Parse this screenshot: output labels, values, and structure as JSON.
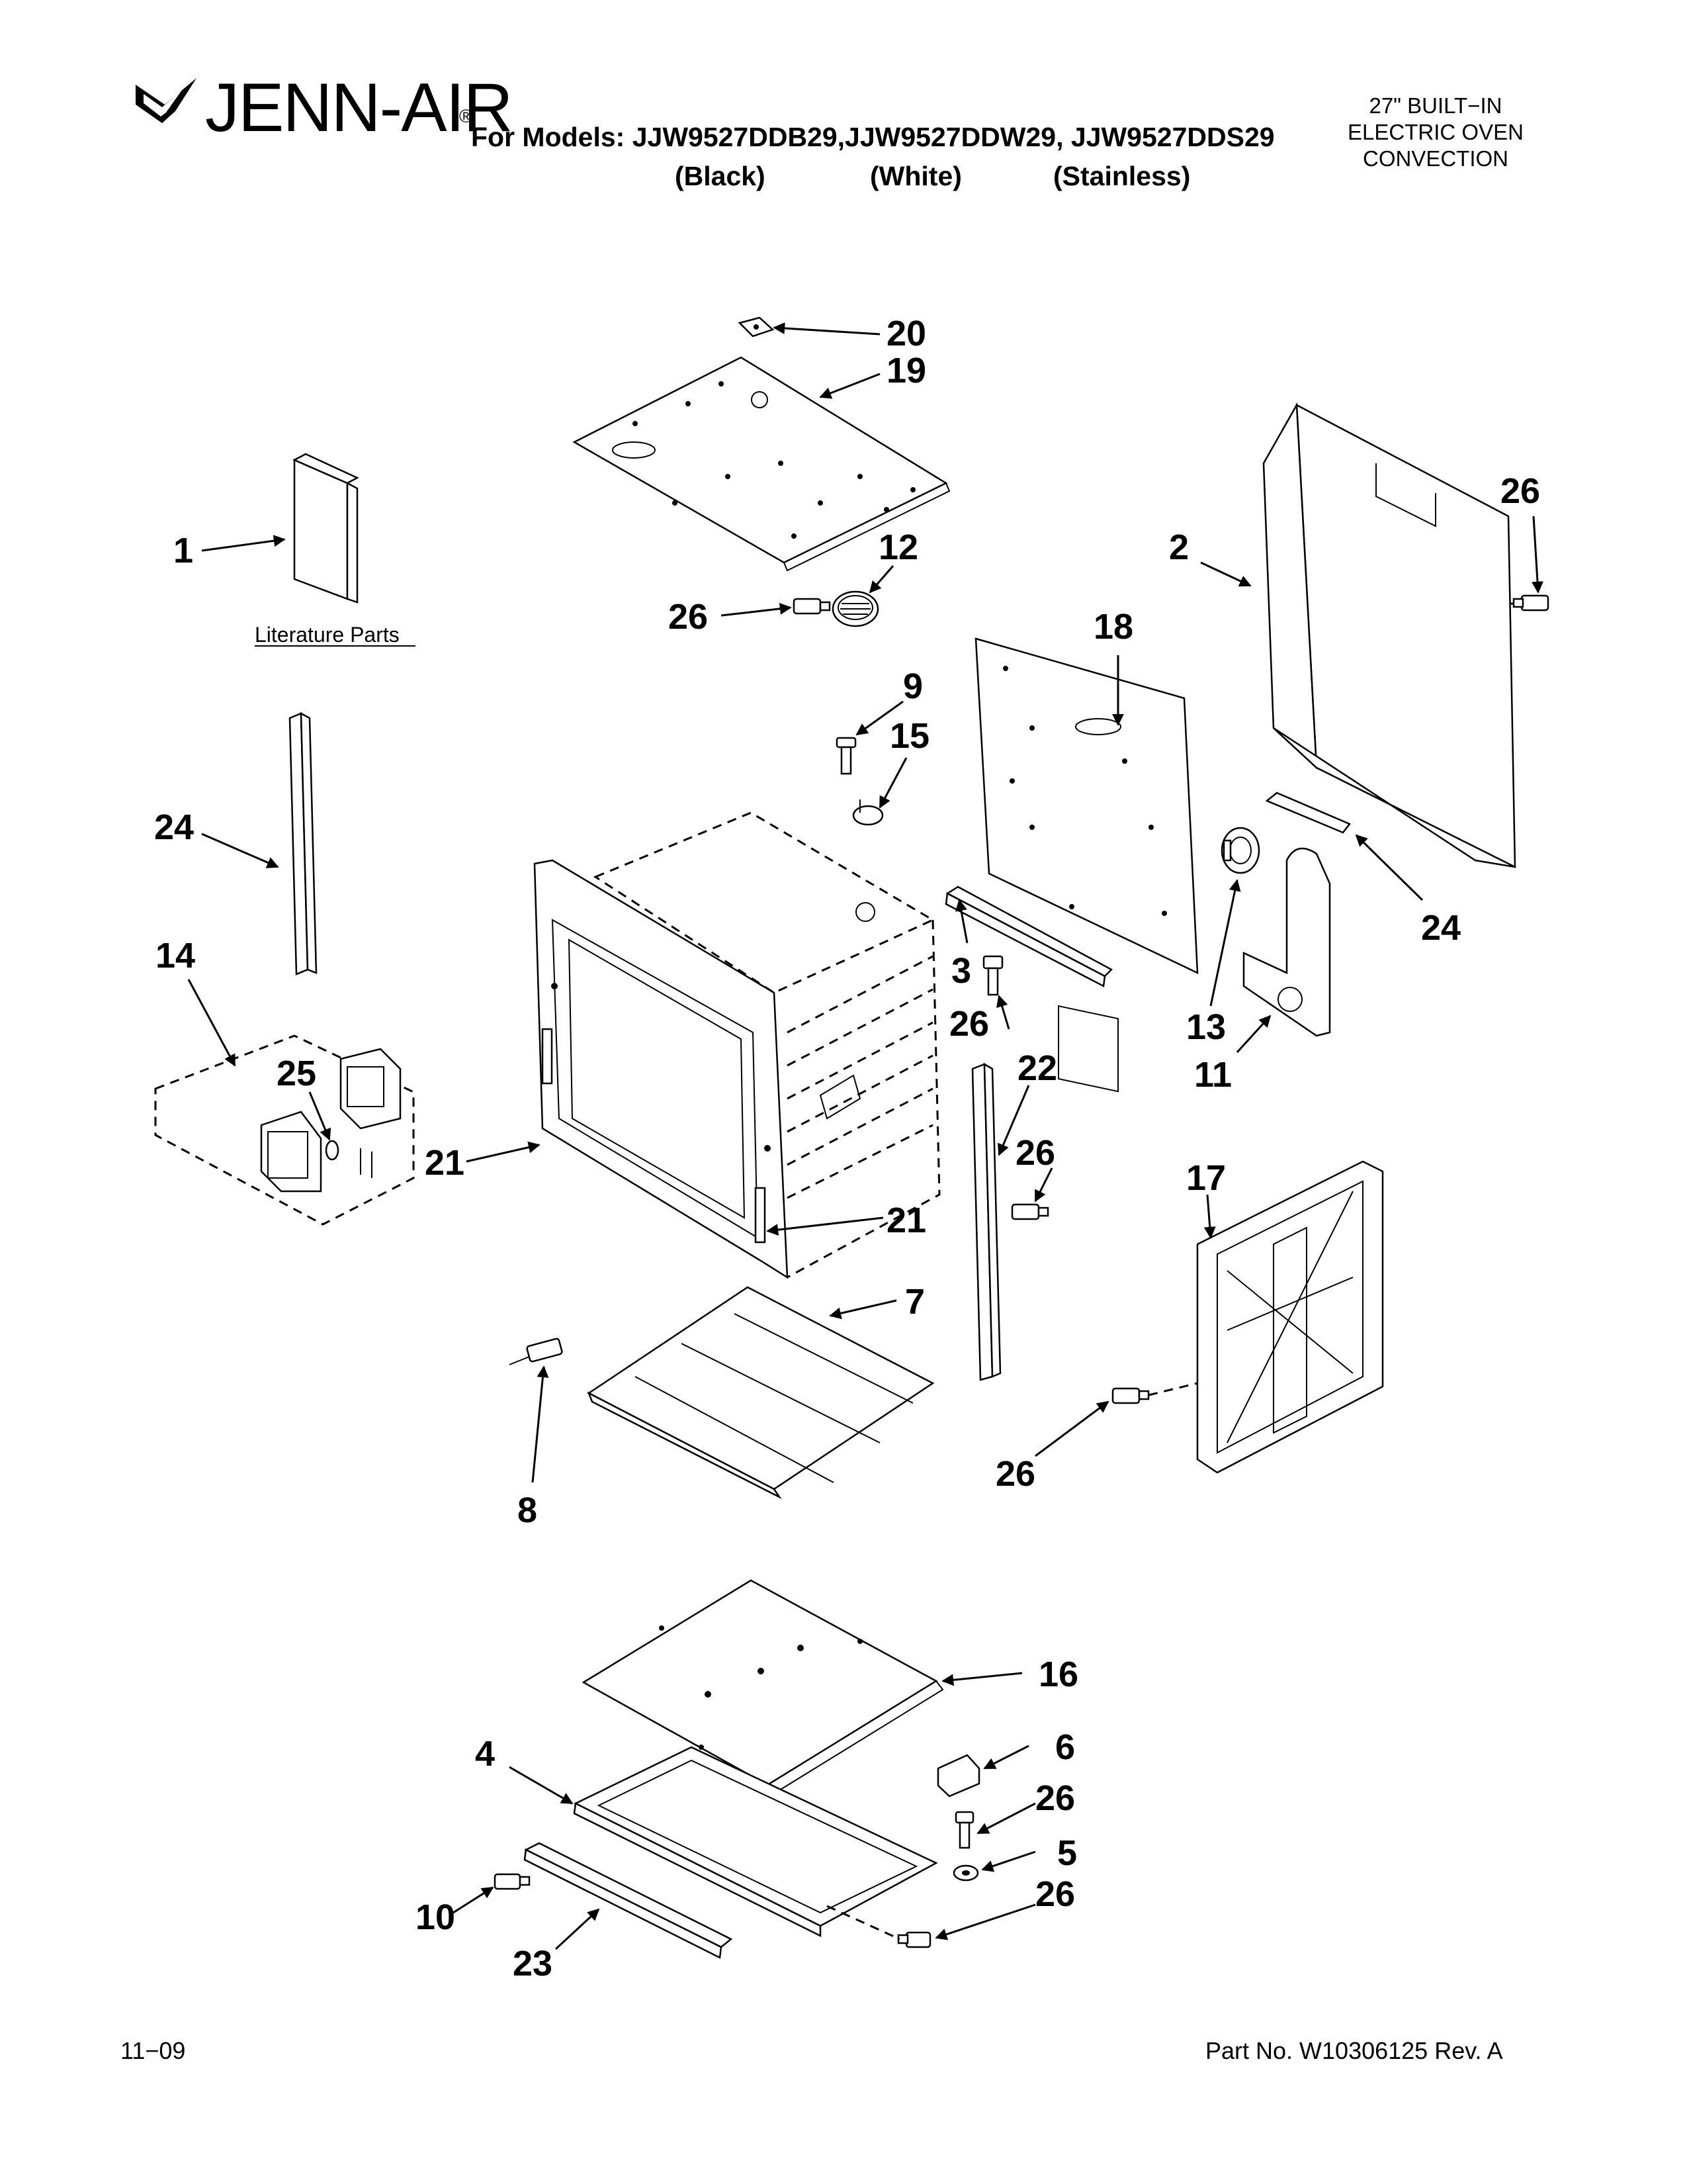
{
  "header": {
    "brand": "JENN-AIR",
    "registered": "®",
    "models_line": "For Models: JJW9527DDB29,JJW9527DDW29, JJW9527DDS29",
    "colors": [
      "(Black)",
      "(White)",
      "(Stainless)"
    ],
    "product_spec": [
      "27\" BUILT−IN",
      "ELECTRIC OVEN",
      "CONVECTION"
    ]
  },
  "diagram": {
    "literature_label": "Literature Parts",
    "callouts": [
      "20",
      "19",
      "26",
      "1",
      "12",
      "26",
      "2",
      "18",
      "9",
      "15",
      "24",
      "24",
      "3",
      "26",
      "13",
      "11",
      "14",
      "25",
      "21",
      "22",
      "26",
      "17",
      "21",
      "7",
      "26",
      "8",
      "16",
      "6",
      "4",
      "26",
      "5",
      "10",
      "26",
      "23"
    ]
  },
  "footer": {
    "date": "11−09",
    "part_number": "Part No. W10306125 Rev. A"
  }
}
